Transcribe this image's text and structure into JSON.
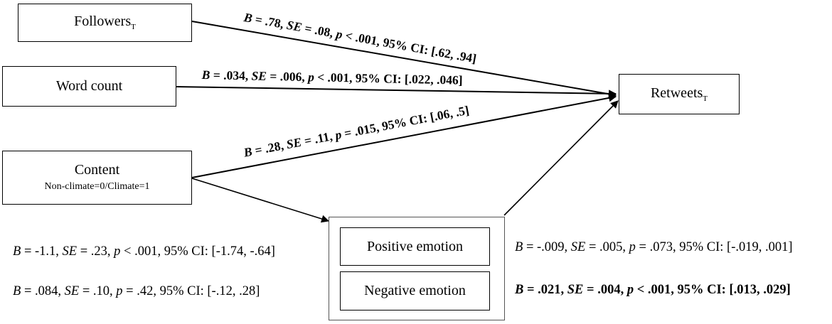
{
  "nodes": {
    "followers": {
      "label": "Followers",
      "subscript": "T"
    },
    "word_count": {
      "label": "Word count"
    },
    "content": {
      "label": "Content",
      "sublabel": "Non-climate=0/Climate=1"
    },
    "retweets": {
      "label": "Retweets",
      "subscript": "T"
    },
    "positive_emotion": {
      "label": "Positive emotion"
    },
    "negative_emotion": {
      "label": "Negative emotion"
    }
  },
  "paths": {
    "followers_retweets": {
      "b": ".78",
      "se": ".08",
      "p_op": "<",
      "p": ".001",
      "ci": "[.62, .94]"
    },
    "wordcount_retweets": {
      "b": ".034",
      "se": ".006",
      "p_op": "<",
      "p": ".001",
      "ci": "[.022, .046]"
    },
    "content_retweets": {
      "b": ".28",
      "se": ".11",
      "p_op": "=",
      "p": ".015",
      "ci": "[.06, .5]"
    },
    "content_positive": {
      "b": "-1.1",
      "se": ".23",
      "p_op": "<",
      "p": ".001",
      "ci": "[-1.74, -.64]"
    },
    "content_negative": {
      "b": ".084",
      "se": ".10",
      "p_op": "=",
      "p": ".42",
      "ci": "[-.12, .28]"
    },
    "positive_retweets": {
      "b": "-.009",
      "se": ".005",
      "p_op": "=",
      "p": ".073",
      "ci": "[-.019, .001]"
    },
    "negative_retweets": {
      "b": ".021",
      "se": ".004",
      "p_op": "<",
      "p": ".001",
      "ci": "[.013, .029]"
    }
  },
  "labels": {
    "b": "B",
    "se": "SE",
    "p": "p",
    "ci": "95% CI:"
  }
}
